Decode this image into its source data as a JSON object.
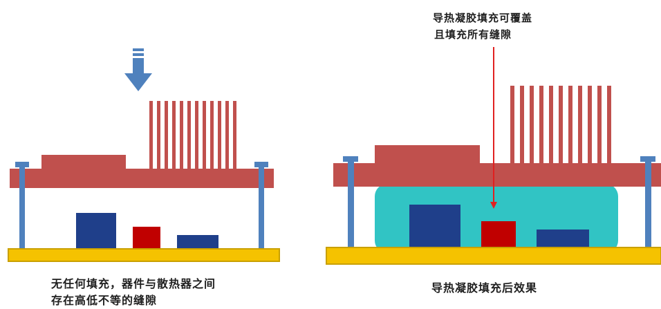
{
  "left_panel": {
    "caption_line1": "无任何填充，器件与散热器之间",
    "caption_line2": "存在高低不等的缝隙"
  },
  "right_panel": {
    "note_line1": "导热凝胶填充可覆盖",
    "note_line2": "且填充所有缝隙",
    "caption": "导热凝胶填充后效果"
  },
  "colors": {
    "heatsink": "#c0504d",
    "pcb": "#f5c200",
    "pcb_border": "#c9a000",
    "gel": "#31c4c4",
    "component_dark": "#1f3f8a",
    "component_red": "#c00000",
    "screw": "#4f81bd",
    "arrow": "#4f81bd",
    "pointer": "#e02020"
  }
}
